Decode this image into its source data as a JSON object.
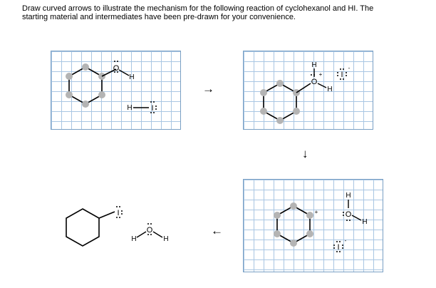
{
  "question": {
    "line1": "Draw curved arrows to illustrate the mechanism for the following reaction of cyclohexanol and HI. The",
    "line2": "starting material and intermediates have been pre-drawn for your convenience."
  },
  "atoms": {
    "oxygen": "O",
    "hydrogen": "H",
    "iodine": "I",
    "plus_charge": "+",
    "minus_charge": "-"
  },
  "arrows": {
    "right": "→",
    "down": "↓",
    "left": "←"
  },
  "colors": {
    "grid_line": "#a9c6e3",
    "panel_border": "#7aa0c4",
    "atom_dot": "#b4b4b4",
    "bond": "#000000"
  }
}
